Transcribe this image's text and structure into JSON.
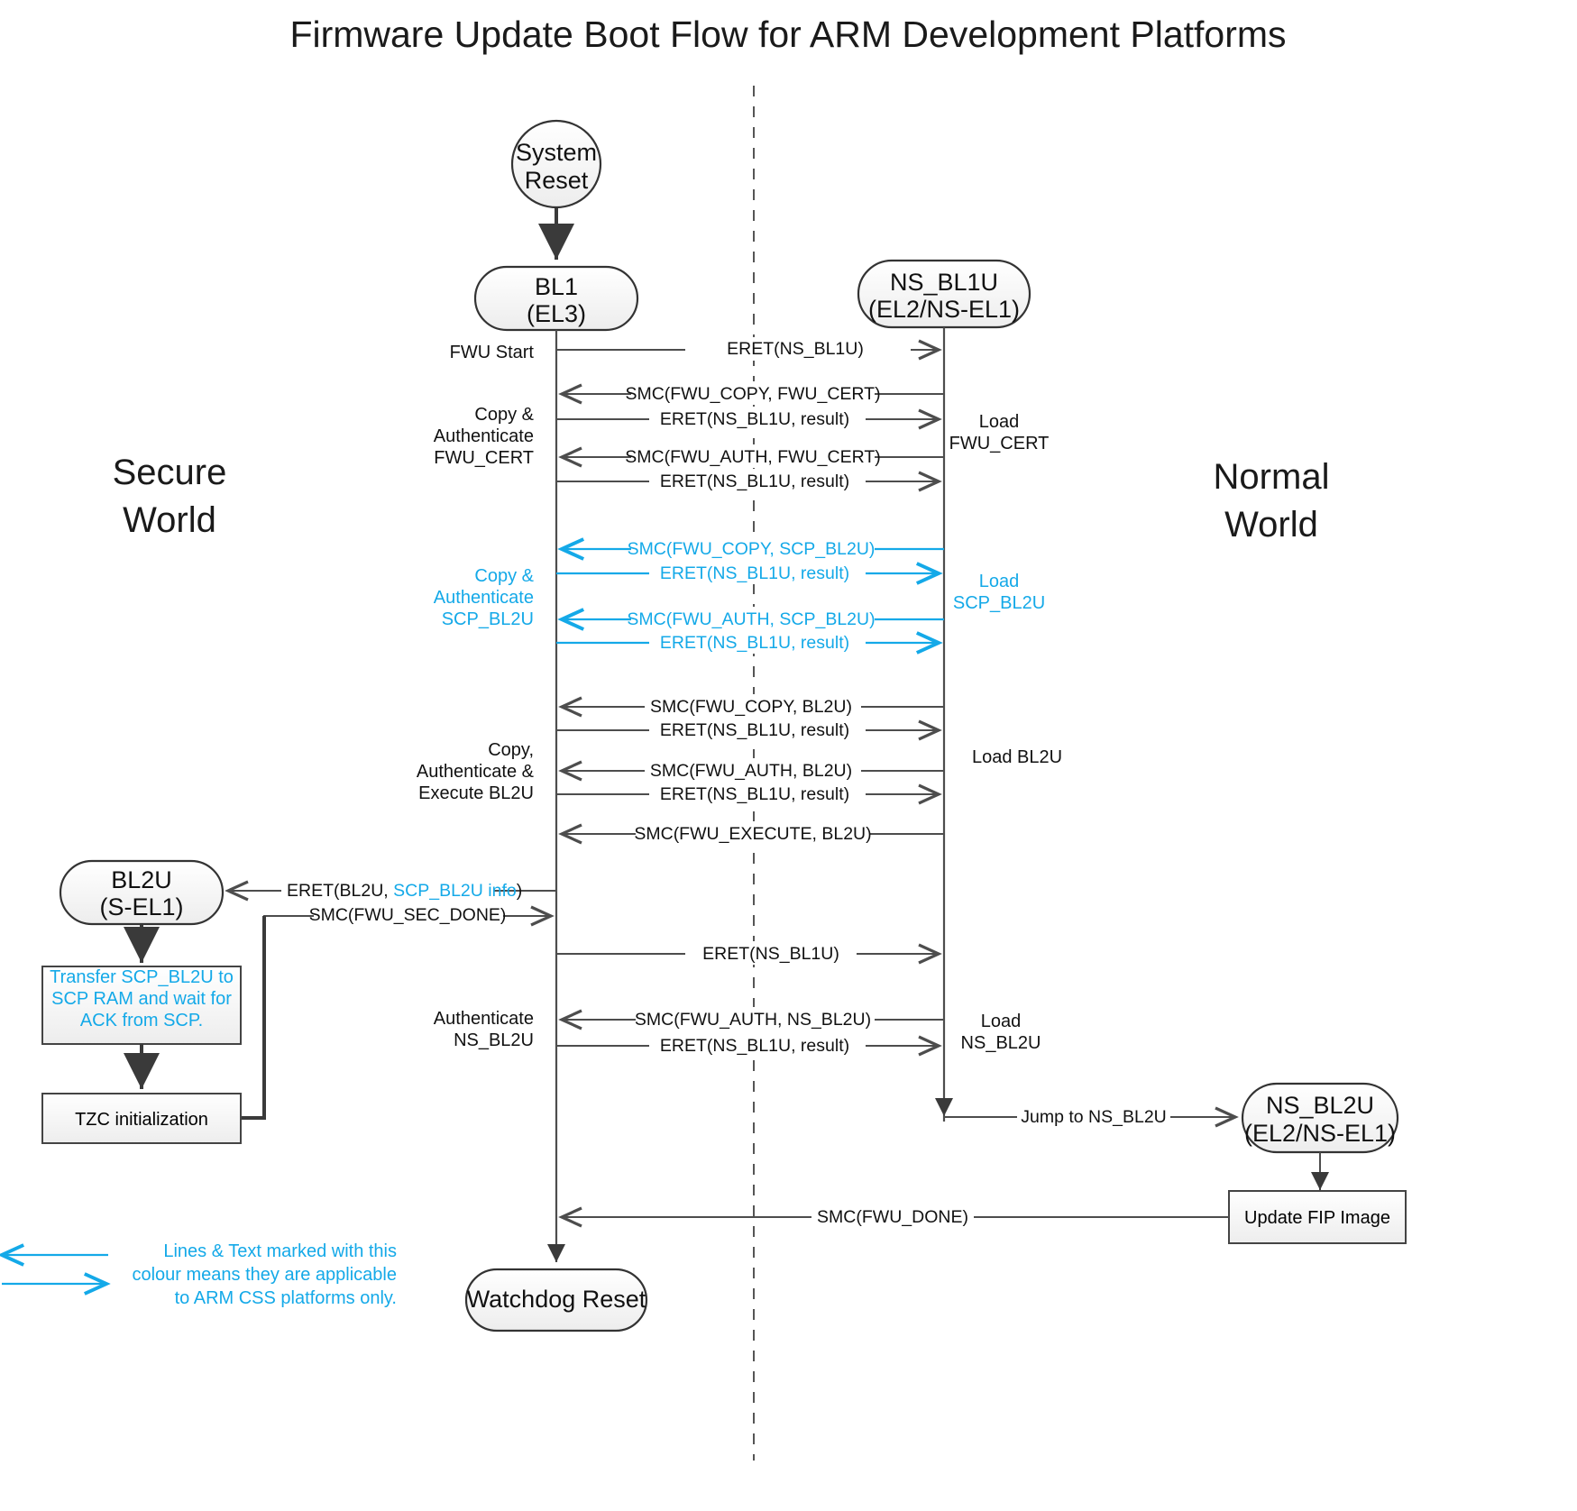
{
  "title": "Firmware Update Boot Flow for ARM Development Platforms",
  "worlds": {
    "secure": "Secure\nWorld",
    "secure_l1": "Secure",
    "secure_l2": "World",
    "normal_l1": "Normal",
    "normal_l2": "World"
  },
  "nodes": {
    "system_reset_l1": "System",
    "system_reset_l2": "Reset",
    "bl1_l1": "BL1",
    "bl1_l2": "(EL3)",
    "ns_bl1u_l1": "NS_BL1U",
    "ns_bl1u_l2": "(EL2/NS-EL1)",
    "bl2u_l1": "BL2U",
    "bl2u_l2": "(S-EL1)",
    "ns_bl2u_l1": "NS_BL2U",
    "ns_bl2u_l2": "(EL2/NS-EL1)",
    "watchdog_reset": "Watchdog Reset",
    "update_fip": "Update FIP Image",
    "tzc_init": "TZC initialization",
    "transfer_box_l1": "Transfer SCP_BL2U to",
    "transfer_box_l2": "SCP RAM and wait for",
    "transfer_box_l3": "ACK from SCP."
  },
  "messages": {
    "m1": "ERET(NS_BL1U)",
    "m2": "SMC(FWU_COPY, FWU_CERT)",
    "m3": "ERET(NS_BL1U, result)",
    "m4": "SMC(FWU_AUTH, FWU_CERT)",
    "m5": "ERET(NS_BL1U, result)",
    "m6": "SMC(FWU_COPY, SCP_BL2U)",
    "m7": "ERET(NS_BL1U, result)",
    "m8": "SMC(FWU_AUTH, SCP_BL2U)",
    "m9": "ERET(NS_BL1U, result)",
    "m10": "SMC(FWU_COPY, BL2U)",
    "m11": "ERET(NS_BL1U, result)",
    "m12": "SMC(FWU_AUTH, BL2U)",
    "m13": "ERET(NS_BL1U, result)",
    "m14": "SMC(FWU_EXECUTE, BL2U)",
    "m15a": "ERET(BL2U, ",
    "m15b": "SCP_BL2U info",
    "m15c": ")",
    "m16": "SMC(FWU_SEC_DONE)",
    "m17": "ERET(NS_BL1U)",
    "m18": "SMC(FWU_AUTH, NS_BL2U)",
    "m19": "ERET(NS_BL1U, result)",
    "m20": "Jump to NS_BL2U",
    "m21": "SMC(FWU_DONE)"
  },
  "left_labels": {
    "fwu_start": "FWU Start",
    "cert_l1": "Copy &",
    "cert_l2": "Authenticate",
    "cert_l3": "FWU_CERT",
    "scp_l1": "Copy &",
    "scp_l2": "Authenticate",
    "scp_l3": "SCP_BL2U",
    "bl2u_l1": "Copy,",
    "bl2u_l2": "Authenticate &",
    "bl2u_l3": "Execute BL2U",
    "nsbl2u_l1": "Authenticate",
    "nsbl2u_l2": "NS_BL2U"
  },
  "right_labels": {
    "cert_l1": "Load",
    "cert_l2": "FWU_CERT",
    "scp_l1": "Load",
    "scp_l2": "SCP_BL2U",
    "bl2u": "Load BL2U",
    "nsbl2u_l1": "Load",
    "nsbl2u_l2": "NS_BL2U"
  },
  "legend": {
    "l1": "Lines & Text marked with this",
    "l2": "colour means they are applicable",
    "l3": "to ARM CSS platforms only."
  },
  "colors": {
    "css_cyan": "#14a9e8",
    "line": "#4d4d4d",
    "text": "#111111",
    "node_fill": "#f4f4f4"
  }
}
